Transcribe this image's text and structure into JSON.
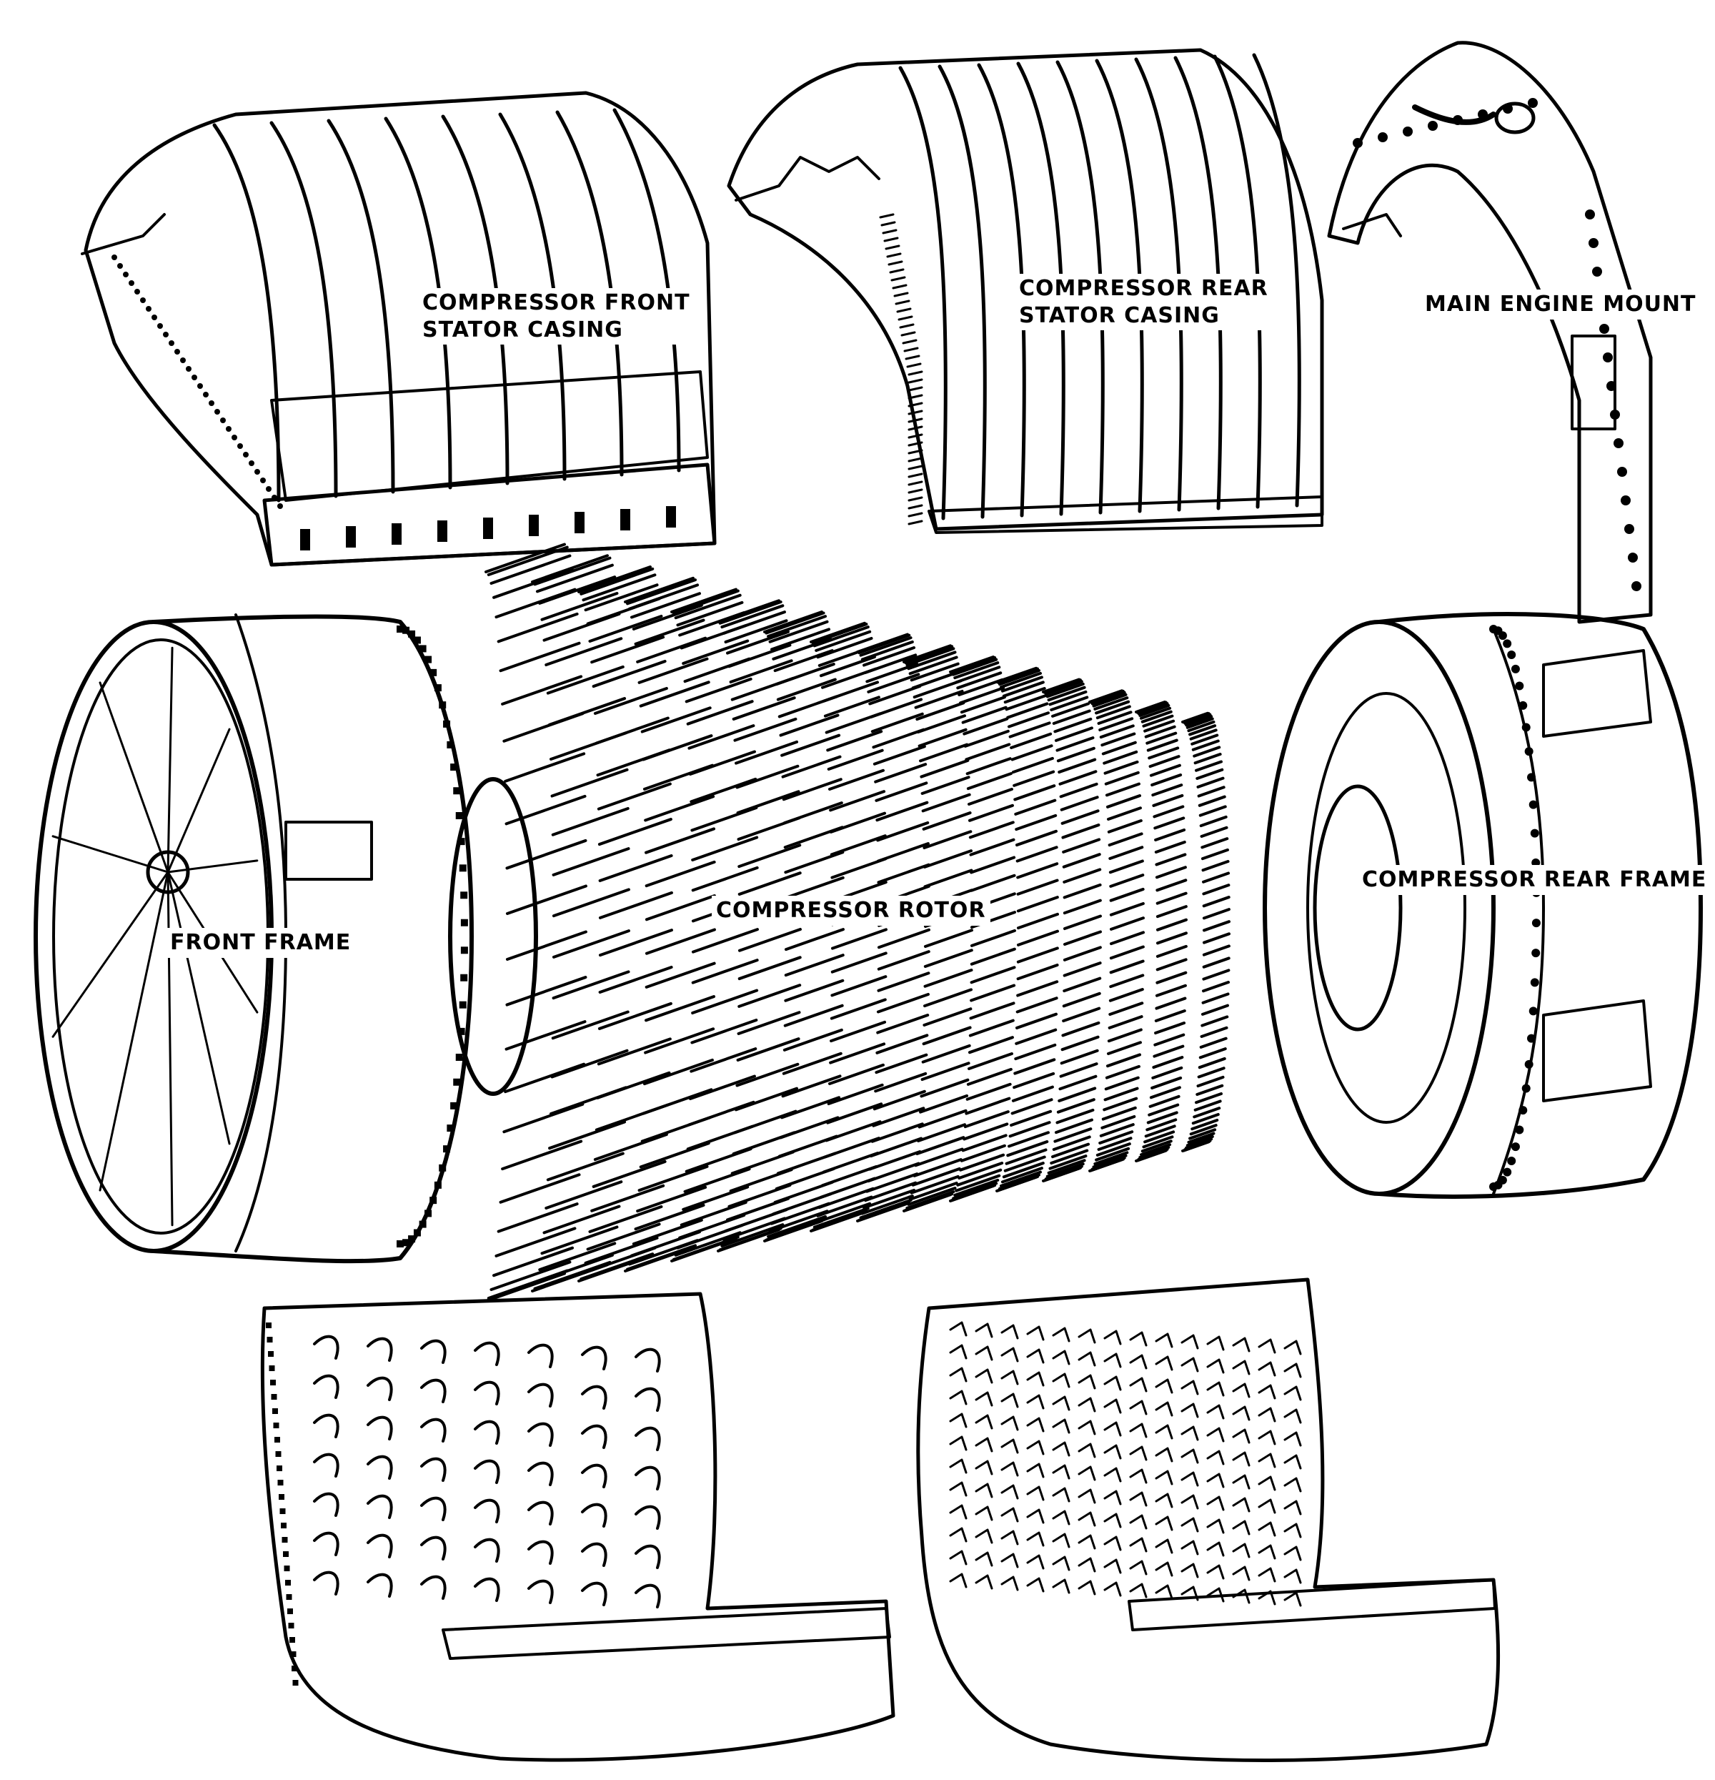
{
  "diagram": {
    "colors": {
      "ink": "#000000",
      "paper": "#ffffff"
    },
    "labels": {
      "compressor_front_stator_casing": [
        "COMPRESSOR FRONT",
        "STATOR CASING"
      ],
      "compressor_rear_stator_casing": [
        "COMPRESSOR REAR",
        "STATOR CASING"
      ],
      "main_engine_mount": "MAIN ENGINE MOUNT",
      "compressor_rear_frame": "COMPRESSOR REAR FRAME",
      "compressor_rotor": "COMPRESSOR ROTOR",
      "front_frame": "FRONT FRAME"
    }
  }
}
